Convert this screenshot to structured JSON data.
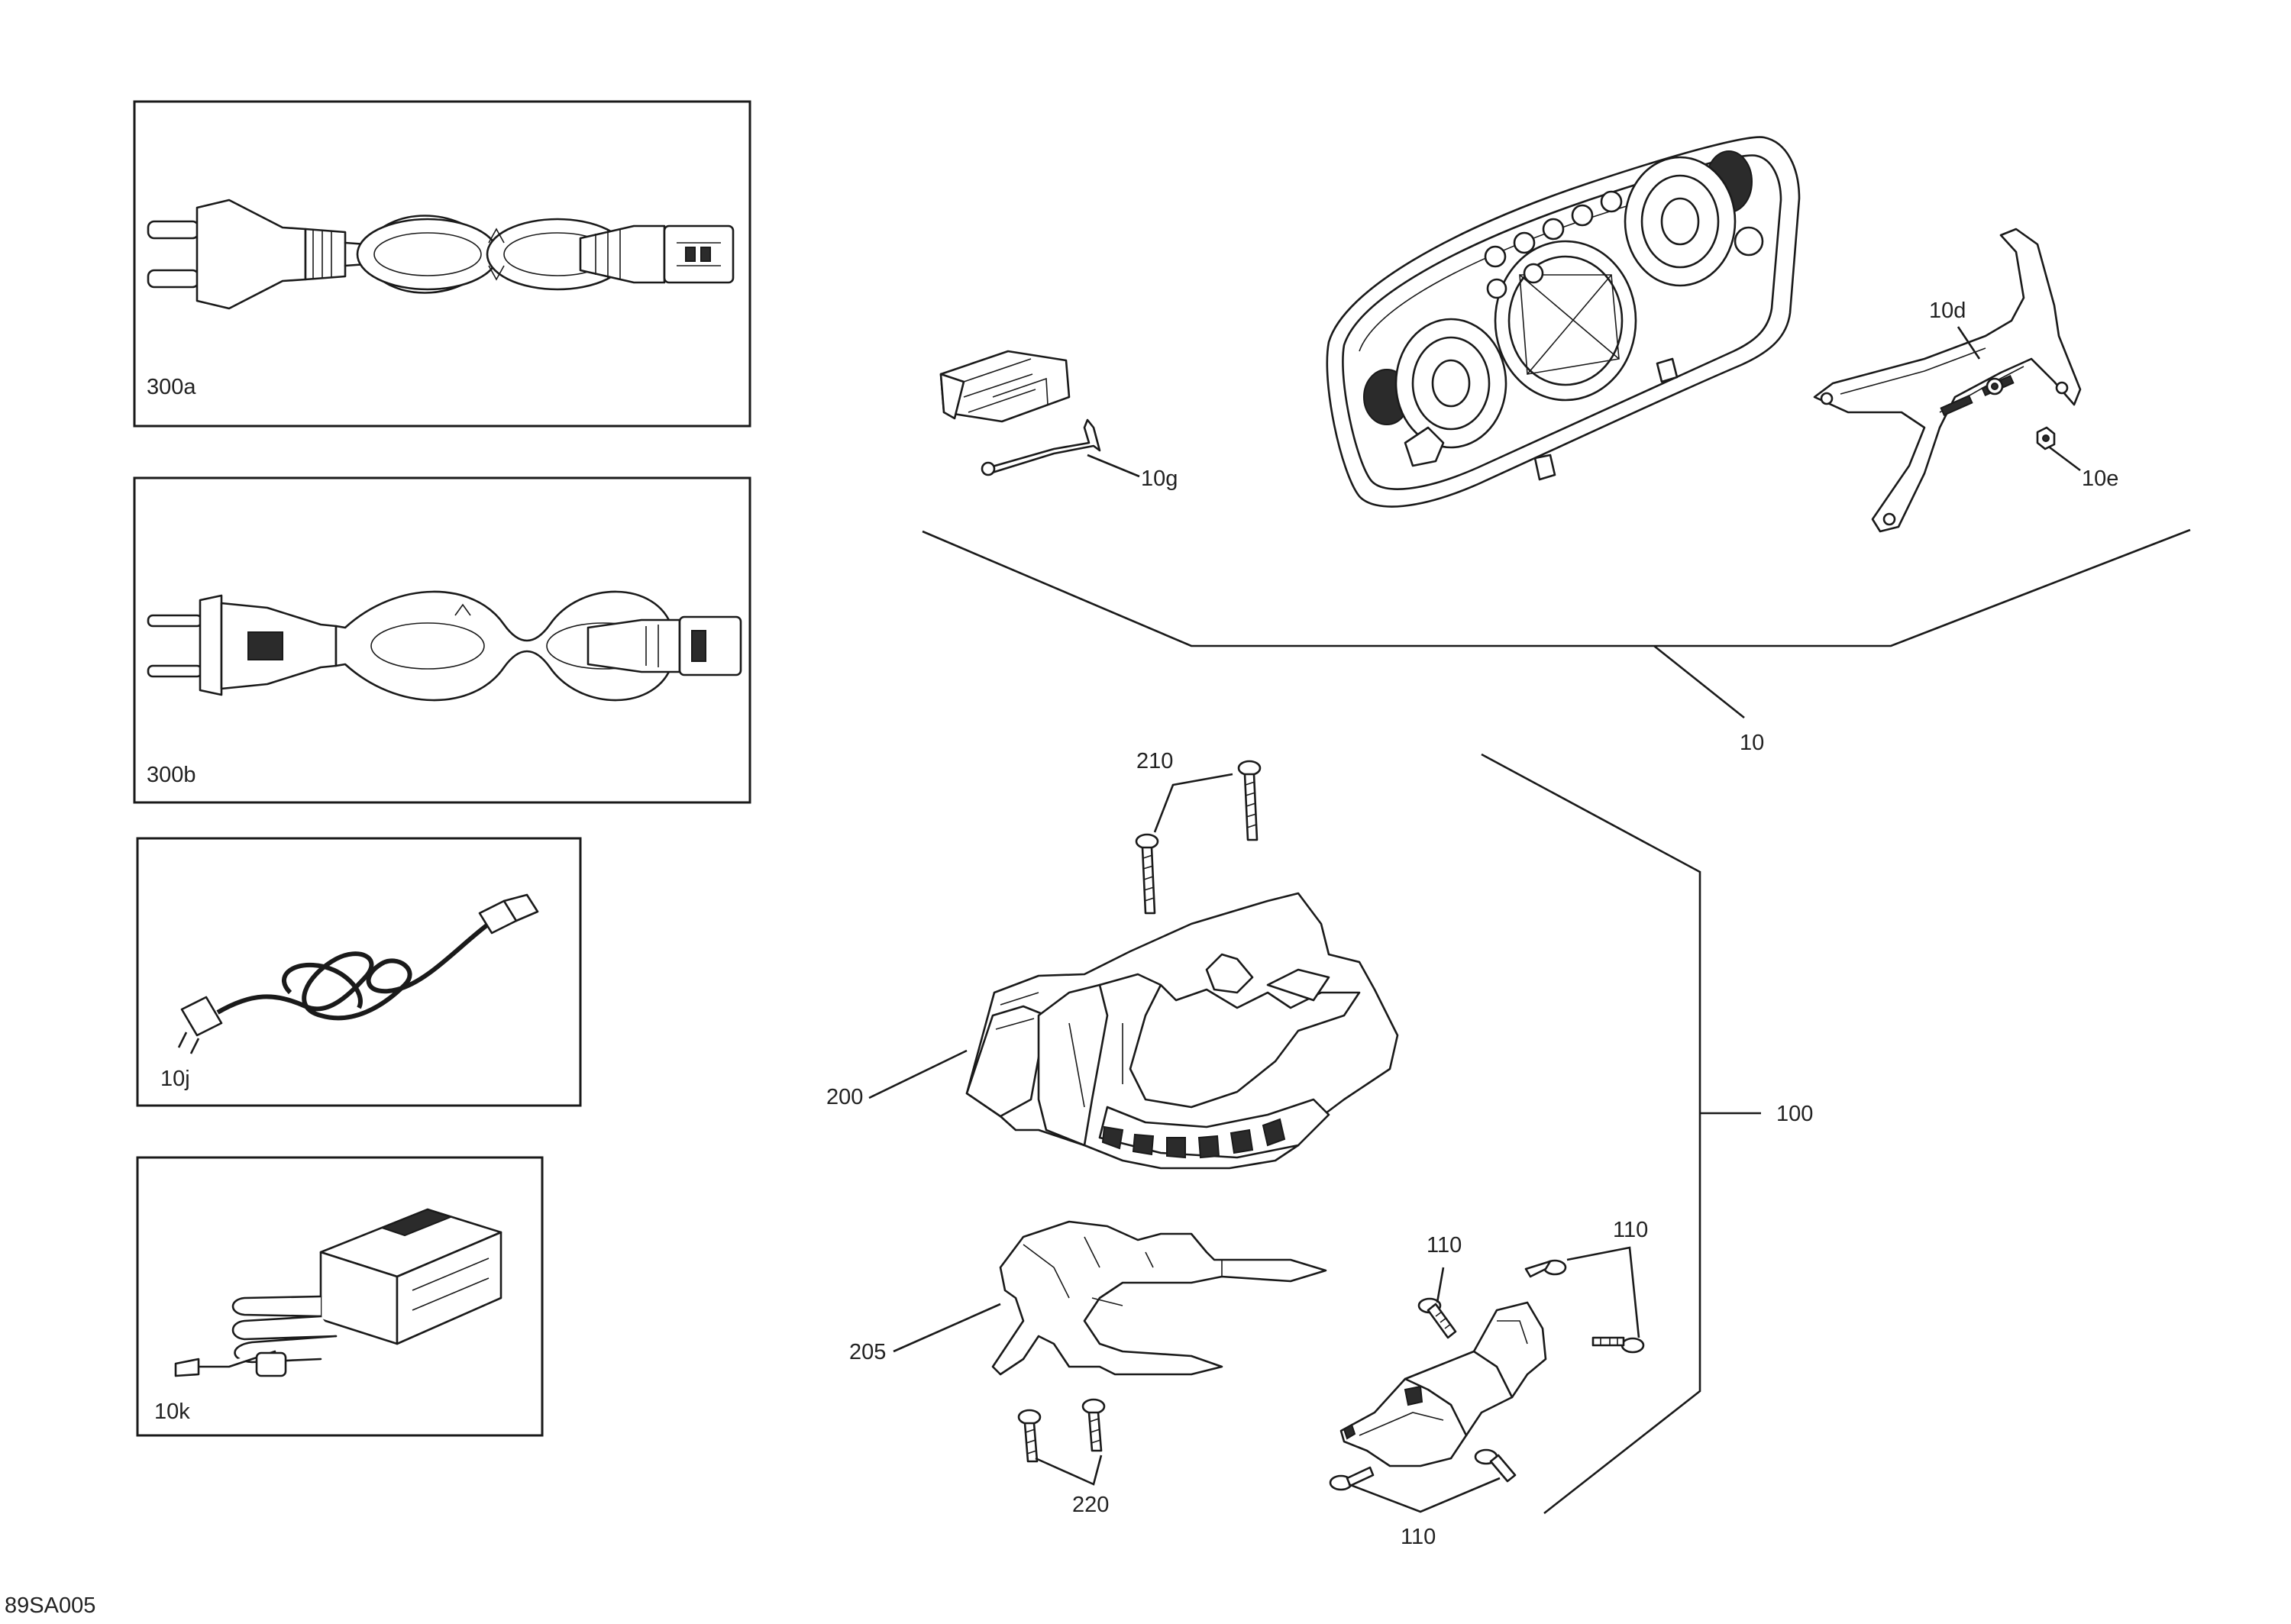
{
  "drawing_id": "89SA005",
  "labels": {
    "l300a": "300a",
    "l300b": "300b",
    "l10j": "10j",
    "l10k": "10k",
    "l10g": "10g",
    "l10d": "10d",
    "l10e": "10e",
    "l10": "10",
    "l210": "210",
    "l200": "200",
    "l100": "100",
    "l205": "205",
    "l220": "220",
    "l110_top_left": "110",
    "l110_top_right": "110",
    "l110_bottom": "110"
  }
}
